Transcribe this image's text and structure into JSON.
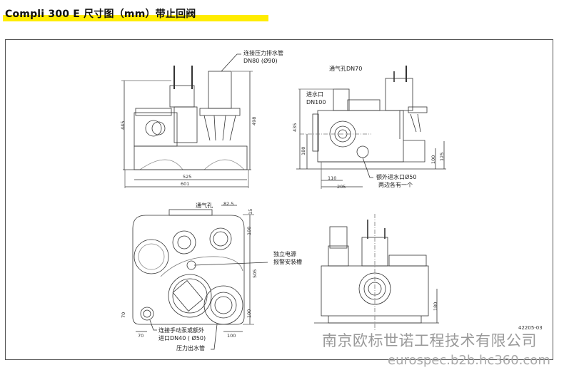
{
  "title": "Compli 300 E 尺寸图（mm）带止回阀",
  "front_view": {
    "pressure_pipe_label": "连接压力排水管",
    "pressure_pipe_size": "DN80 (Ø90)",
    "dims": {
      "height_left": "445",
      "height_right": "498",
      "width_inner": "525",
      "width_outer": "601"
    }
  },
  "side_view": {
    "vent_label": "通气孔DN70",
    "inlet_label": "进水口",
    "inlet_size": "DN100",
    "extra_inlet_label": "额外进水口Ø50",
    "extra_inlet_note": "两边各有一个",
    "dims": {
      "height": "435",
      "inlet_height": "180",
      "h100": "100",
      "h125": "125",
      "w110": "110",
      "w205": "205"
    }
  },
  "top_view": {
    "vent_label": "通气孔",
    "alarm_label_1": "独立电源",
    "alarm_label_2": "报警安装槽",
    "manual_pump_label_1": "连接手动泵或额外",
    "manual_pump_label_2": "进口DN40 ( Ø50)",
    "pressure_outlet_label": "压力出水管",
    "dims": {
      "d82": "82.5",
      "d15": "15",
      "d100_top": "100",
      "d505": "505",
      "d70_v": "70",
      "d100_bottom": "100",
      "d70_h": "70",
      "d100_h": "100"
    }
  },
  "rear_view": {
    "dims": {
      "h180": "180"
    }
  },
  "drawing_code": "42205-03",
  "watermark": {
    "company": "南京欧标世诺工程技术有限公司",
    "url": "eurospec.b2b.hc360.com"
  }
}
